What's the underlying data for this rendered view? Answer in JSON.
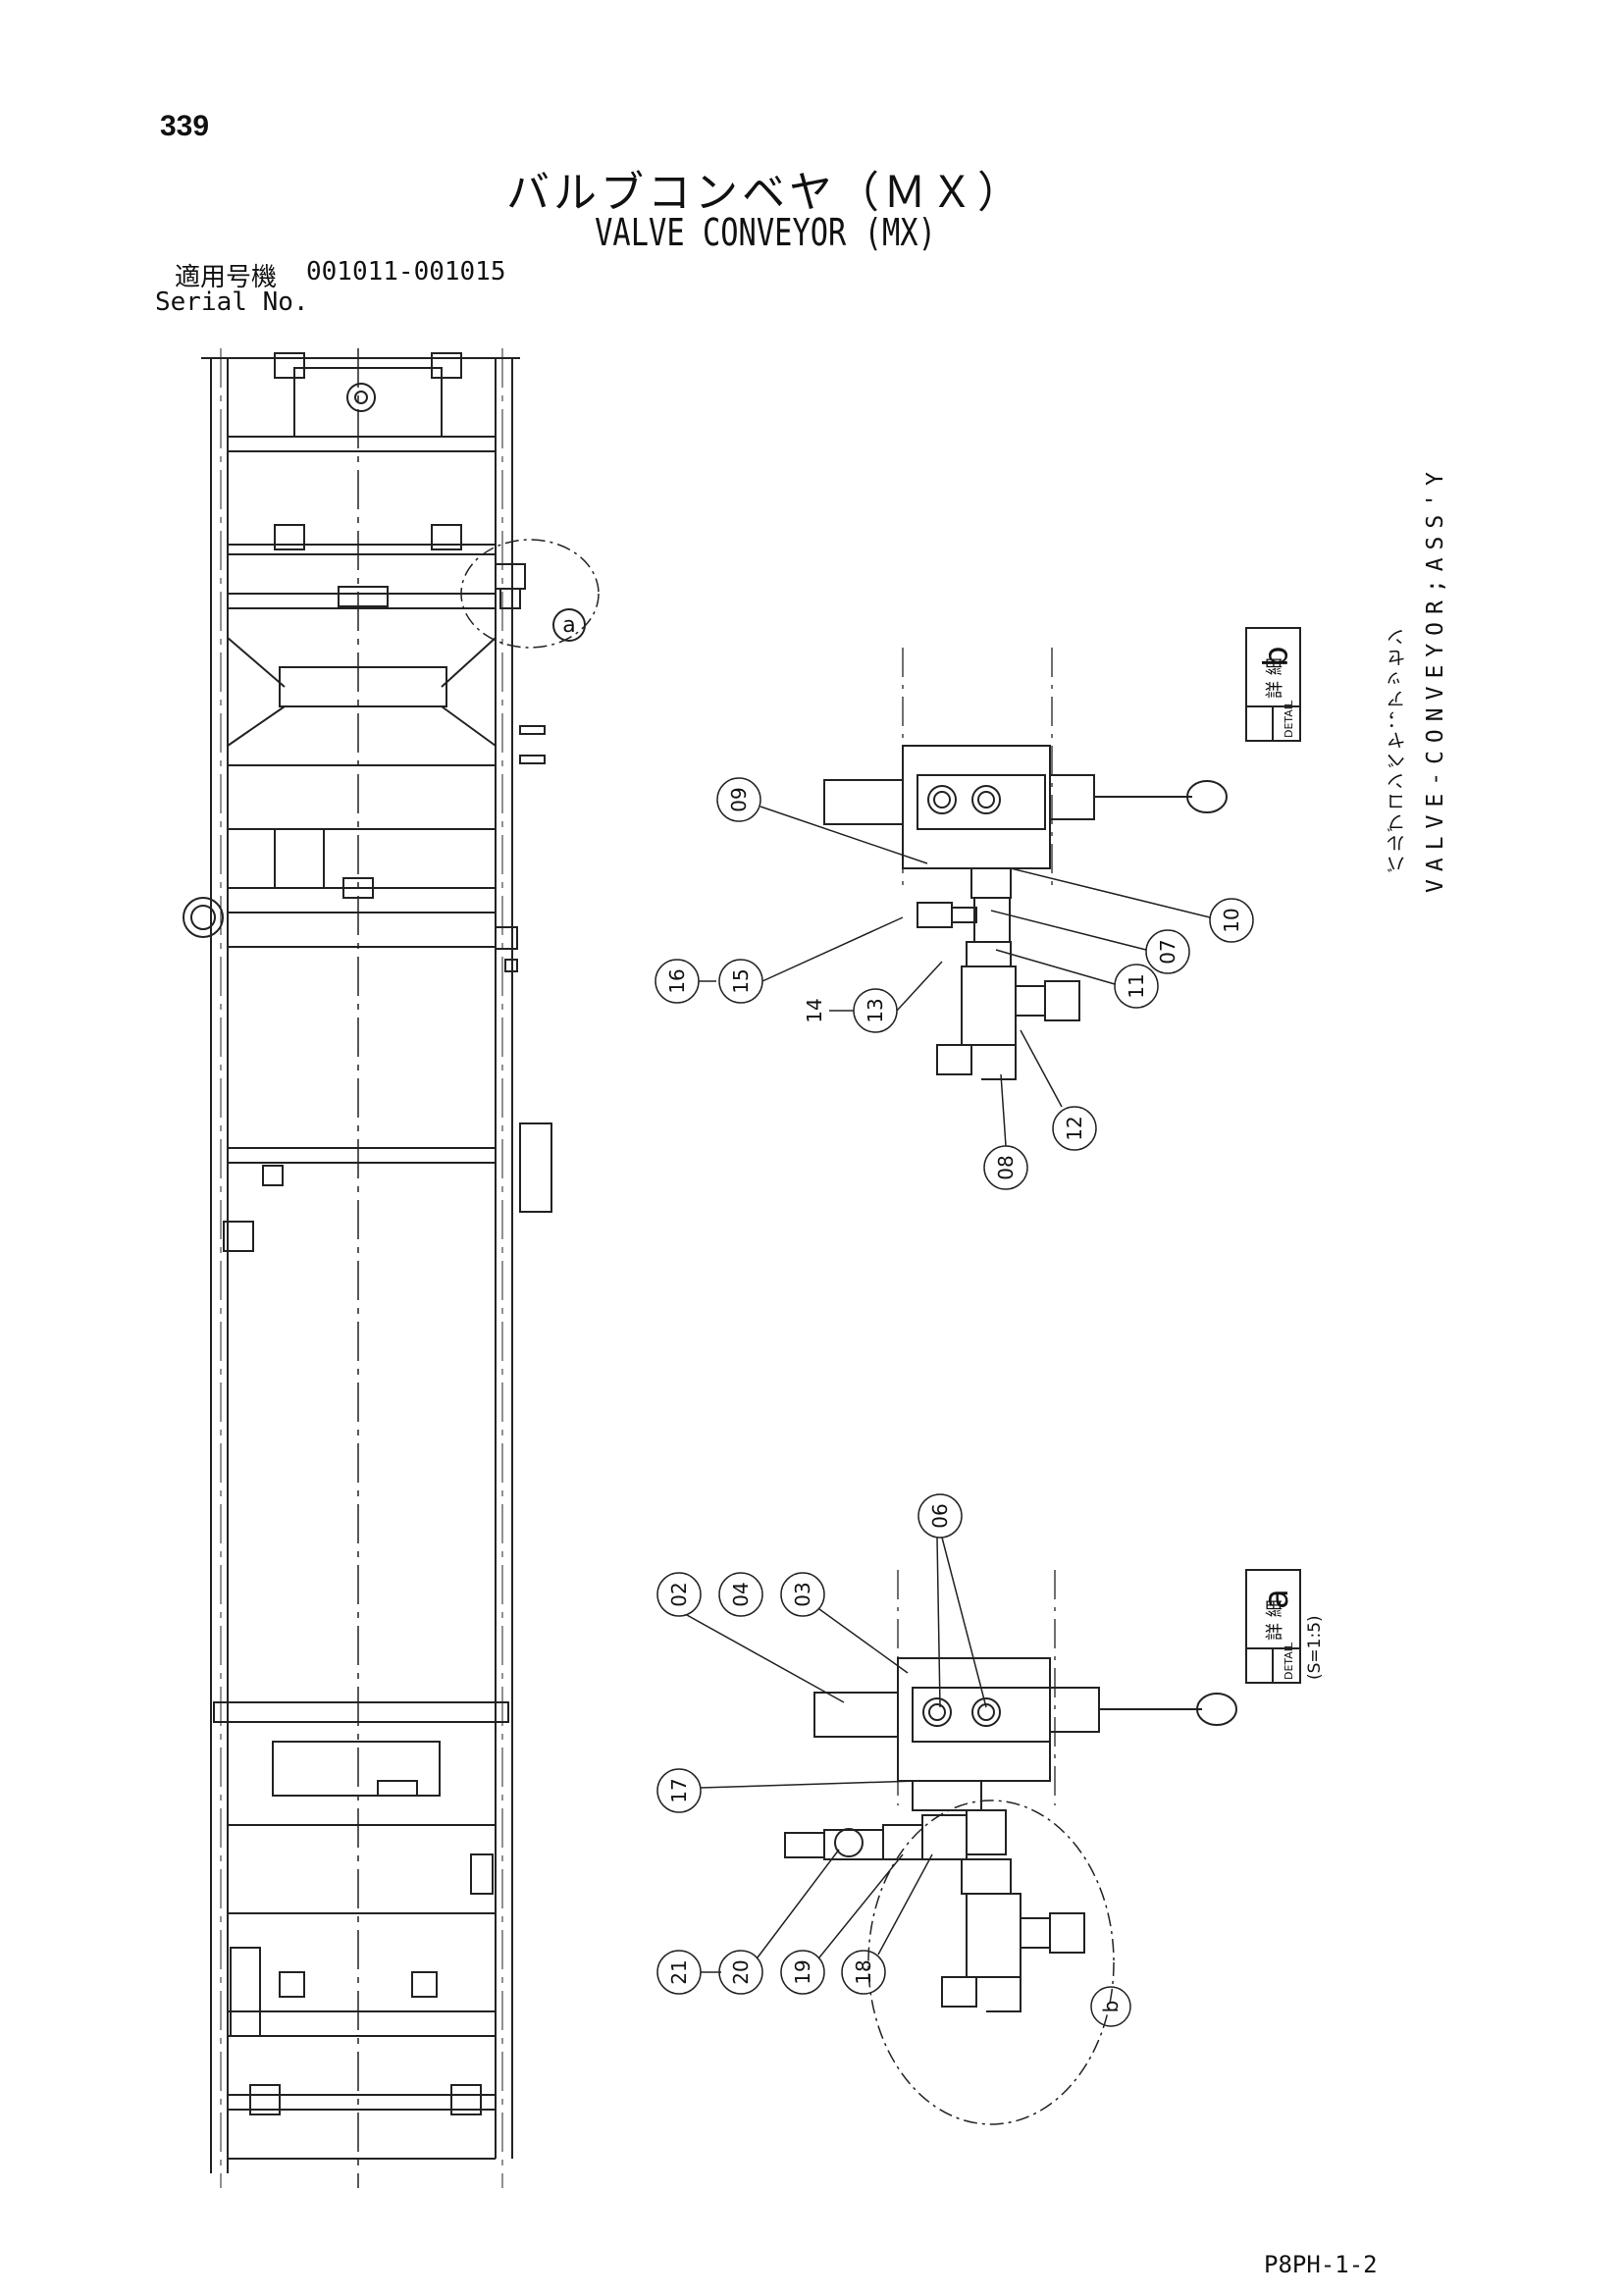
{
  "page_number": "339",
  "title_jp": "バルブコンベヤ（ＭＸ）",
  "title_en": "VALVE CONVEYOR (MX)",
  "serial": {
    "label_jp": "適用号機",
    "range": "001011-001015",
    "label_en": "Serial No."
  },
  "side_label": {
    "jp": "バルブコンベヤ；アッセン",
    "en": "VALVE-CONVEYOR;ASS'Y"
  },
  "drawing_code": "P8PH-1-2",
  "overview_callout": "a",
  "detail_b": {
    "kanji": "詳 細",
    "label": "DETAIL",
    "letter": "b",
    "callouts": [
      "09",
      "10",
      "07",
      "11",
      "16",
      "15",
      "14",
      "13",
      "12",
      "08"
    ]
  },
  "detail_a": {
    "kanji": "詳 細",
    "label": "DETAIL",
    "letter": "a",
    "scale": "(S=1:5)",
    "callouts": [
      "02",
      "04",
      "03",
      "06",
      "17",
      "21",
      "20",
      "19",
      "18"
    ],
    "sub_detail": "b"
  }
}
